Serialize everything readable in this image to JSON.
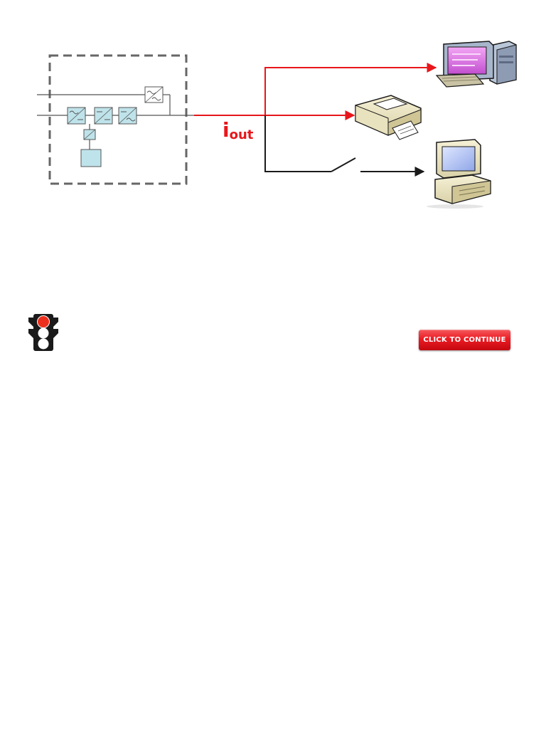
{
  "diagram": {
    "current_symbol": "i",
    "current_subscript": "out",
    "colors": {
      "live_line": "#e8161b",
      "dashed_border": "#666666",
      "module_fill": "#bfe3ea",
      "neutral_line": "#1a1a1a"
    },
    "icons": {
      "ups": "ups-block-diagram-icon",
      "desktop": "desktop-computer-icon",
      "printer": "printer-icon",
      "pc": "computer-icon",
      "switch": "switch-icon",
      "traffic_light": "traffic-light-icon"
    }
  },
  "navigation": {
    "continue_label": "CLICK TO CONTINUE"
  },
  "status": {
    "traffic_light_state": "red"
  }
}
